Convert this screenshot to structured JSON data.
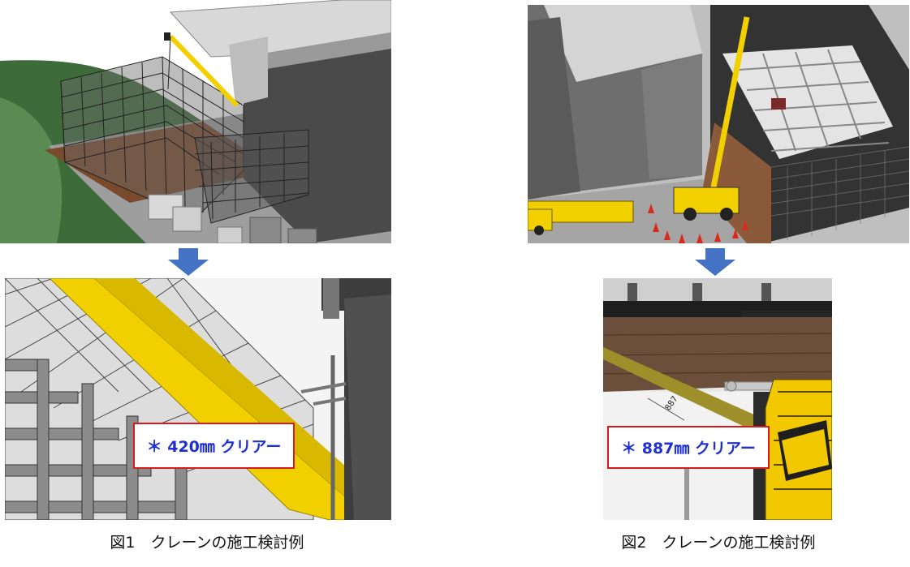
{
  "figure1": {
    "caption": "図1　クレーンの施工検討例",
    "callout": "＊ 420㎜ クリアー"
  },
  "figure2": {
    "caption": "図2　クレーンの施工検討例",
    "callout": "＊ 887㎜ クリアー",
    "dimension_label": "887"
  },
  "colors": {
    "arrow": "#4472c4",
    "callout_border": "#d7191c",
    "callout_text": "#1f2fd6",
    "crane_yellow": "#f2d000",
    "ground_green": "#3e6b3a",
    "building_gray": "#555555"
  },
  "icons": [
    "down-arrow-icon",
    "crane-icon"
  ]
}
